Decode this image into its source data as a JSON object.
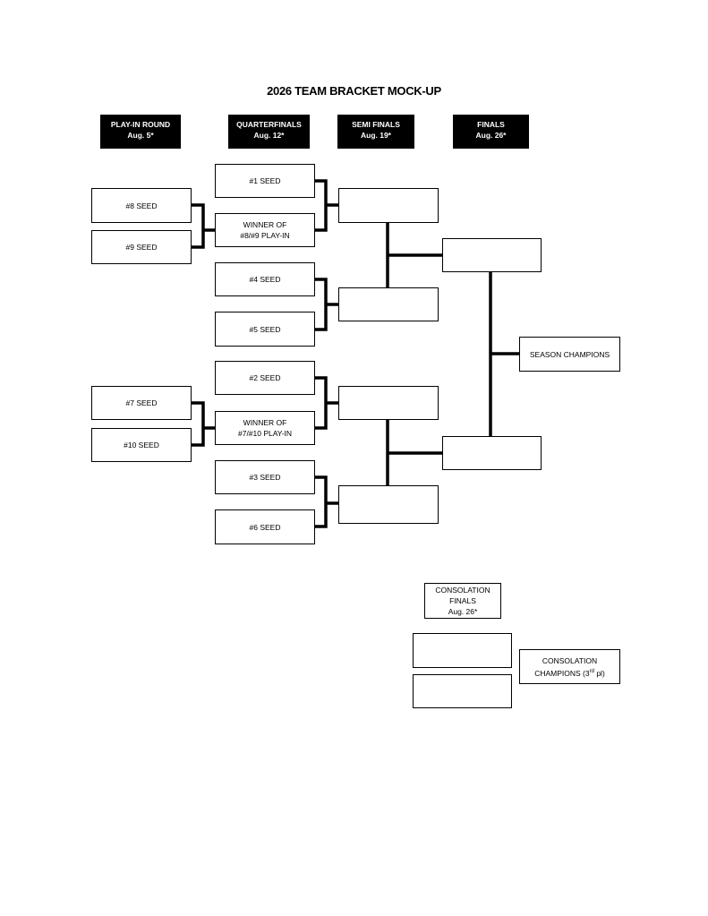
{
  "title": "2026 TEAM BRACKET MOCK-UP",
  "rounds": [
    {
      "name": "PLAY-IN ROUND",
      "date": "Aug. 5*"
    },
    {
      "name": "QUARTERFINALS",
      "date": "Aug. 12*"
    },
    {
      "name": "SEMI FINALS",
      "date": "Aug. 19*"
    },
    {
      "name": "FINALS",
      "date": "Aug. 26*"
    }
  ],
  "play_in": [
    "#8 SEED",
    "#9 SEED",
    "#7 SEED",
    "#10 SEED"
  ],
  "quarterfinals": [
    {
      "line1": "#1 SEED",
      "line2": ""
    },
    {
      "line1": "WINNER OF",
      "line2": "#8/#9 PLAY-IN"
    },
    {
      "line1": "#4 SEED",
      "line2": ""
    },
    {
      "line1": "#5 SEED",
      "line2": ""
    },
    {
      "line1": "#2 SEED",
      "line2": ""
    },
    {
      "line1": "WINNER OF",
      "line2": "#7/#10 PLAY-IN"
    },
    {
      "line1": "#3 SEED",
      "line2": ""
    },
    {
      "line1": "#6 SEED",
      "line2": ""
    }
  ],
  "champion": "SEASON CHAMPIONS",
  "consolation": {
    "header": [
      "CONSOLATION",
      "FINALS",
      "Aug. 26*"
    ],
    "champion_line1": "CONSOLATION",
    "champion_line2": "CHAMPIONS (3",
    "champion_sup": "rd",
    "champion_line2_end": " pl)"
  }
}
